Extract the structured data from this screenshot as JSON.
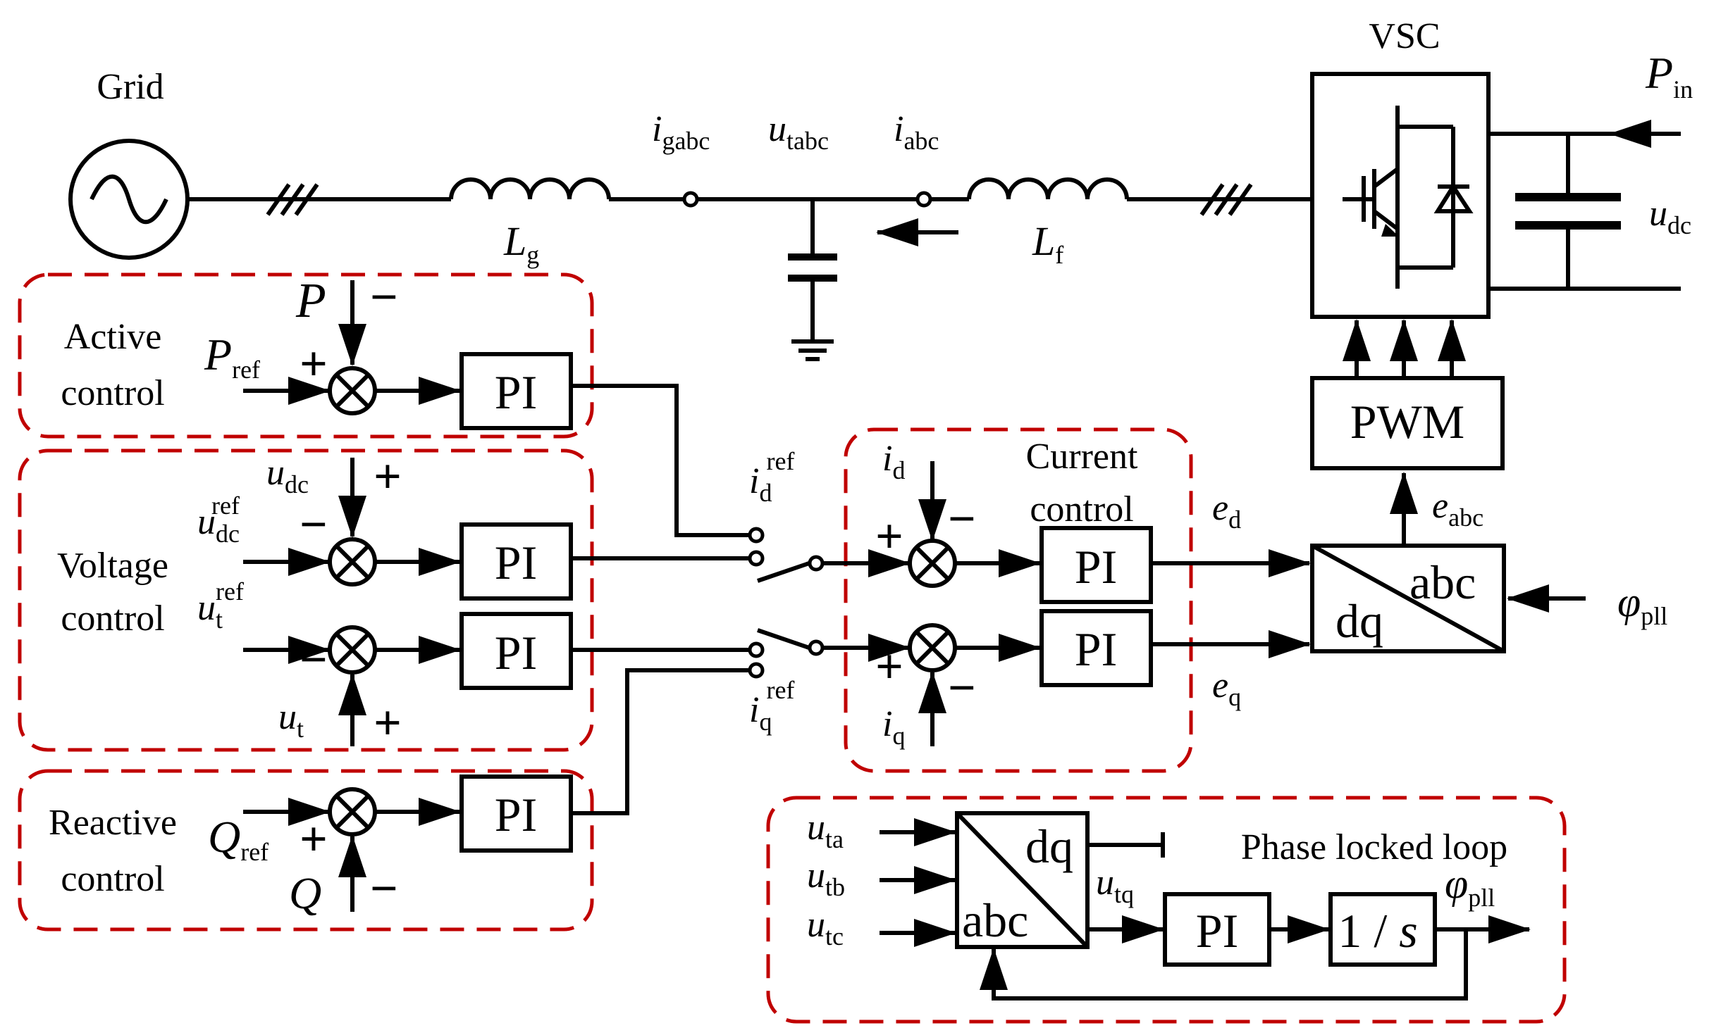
{
  "labels": {
    "grid": "Grid",
    "vsc": "VSC",
    "p_in": "P",
    "p_in_sub": "in",
    "u_dc_right": "u",
    "u_dc_right_sub": "dc",
    "i_gabc": "i",
    "i_gabc_sub": "gabc",
    "u_tabc": "u",
    "u_tabc_sub": "tabc",
    "i_abc": "i",
    "i_abc_sub": "abc",
    "l_g": "L",
    "l_g_sub": "g",
    "l_f": "L",
    "l_f_sub": "f",
    "pwm": "PWM",
    "e_abc": "e",
    "e_abc_sub": "abc",
    "e_d": "e",
    "e_d_sub": "d",
    "e_q": "e",
    "e_q_sub": "q",
    "phi_pll": "φ",
    "phi_pll_sub": "pll",
    "dq": "dq",
    "abc": "abc"
  },
  "active_control": {
    "title_line1": "Active",
    "title_line2": "control",
    "p": "P",
    "p_ref": "P",
    "p_ref_sub": "ref",
    "plus": "+",
    "minus": "−",
    "pi": "PI"
  },
  "voltage_control": {
    "title_line1": "Voltage",
    "title_line2": "control",
    "u_dc": "u",
    "u_dc_sub": "dc",
    "u_dc_ref": "u",
    "u_dc_ref_sub": "dc",
    "u_dc_ref_sup": "ref",
    "u_t_ref": "u",
    "u_t_ref_sub": "t",
    "u_t_ref_sup": "ref",
    "u_t": "u",
    "u_t_sub": "t",
    "plus": "+",
    "minus": "−",
    "pi": "PI"
  },
  "reactive_control": {
    "title_line1": "Reactive",
    "title_line2": "control",
    "q_ref": "Q",
    "q_ref_sub": "ref",
    "q": "Q",
    "plus": "+",
    "minus": "−",
    "pi": "PI"
  },
  "current_control": {
    "title_line1": "Current",
    "title_line2": "control",
    "i_d_ref": "i",
    "i_d_ref_sub": "d",
    "i_d_ref_sup": "ref",
    "i_q_ref": "i",
    "i_q_ref_sub": "q",
    "i_q_ref_sup": "ref",
    "i_d": "i",
    "i_d_sub": "d",
    "i_q": "i",
    "i_q_sub": "q",
    "plus": "+",
    "minus": "−",
    "pi": "PI"
  },
  "pll": {
    "title": "Phase locked loop",
    "u_ta": "u",
    "u_ta_sub": "ta",
    "u_tb": "u",
    "u_tb_sub": "tb",
    "u_tc": "u",
    "u_tc_sub": "tc",
    "u_tq": "u",
    "u_tq_sub": "tq",
    "phi_pll": "φ",
    "phi_pll_sub": "pll",
    "dq": "dq",
    "abc": "abc",
    "pi": "PI",
    "integrator": "1 / ",
    "integrator_s": "s"
  }
}
